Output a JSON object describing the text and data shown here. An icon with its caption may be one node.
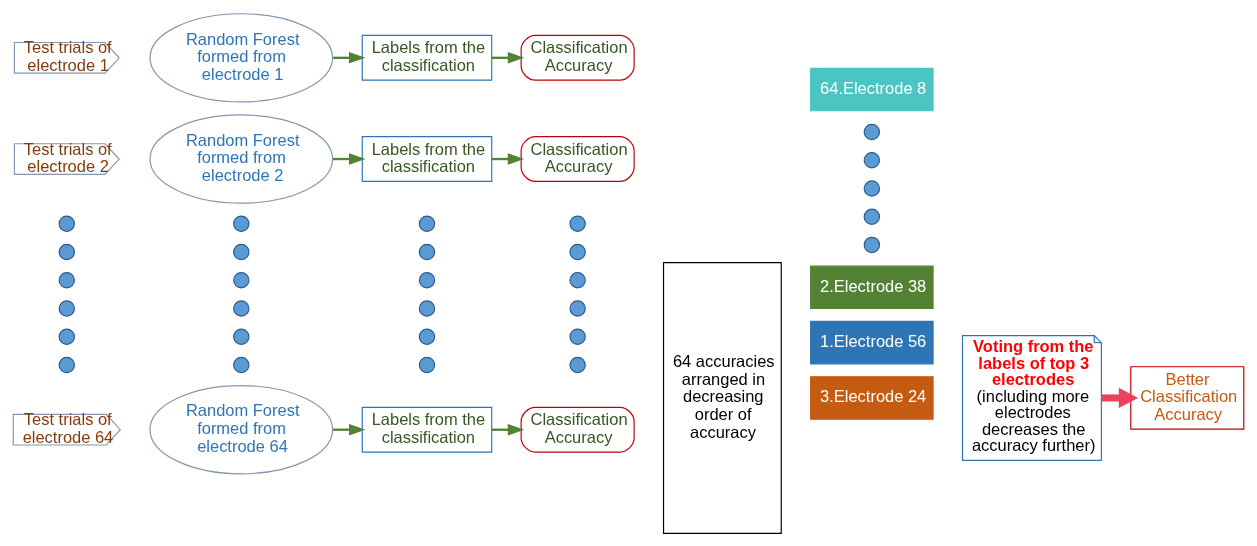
{
  "diagram": {
    "nodes": [
      {
        "text": [
          "Test trials of electrode 1"
        ]
      },
      {
        "text": [
          "Random Forest formed from electrode 1"
        ]
      },
      {
        "text": [
          "Labels from the classification"
        ]
      },
      {
        "text": [
          "Classification Accuracy"
        ]
      },
      {
        "text": [
          "Test trials of electrode 2"
        ]
      },
      {
        "text": [
          "Random Forest formed from electrode 2"
        ]
      },
      {
        "text": [
          "Labels from the classification"
        ]
      },
      {
        "text": [
          "Classification Accuracy"
        ]
      },
      {
        "text": [],
        "shape": "circle"
      },
      {
        "text": [],
        "shape": "circle"
      },
      {
        "text": [],
        "shape": "circle"
      },
      {
        "text": [],
        "shape": "circle"
      },
      {
        "text": [],
        "shape": "circle"
      },
      {
        "text": [],
        "shape": "circle"
      },
      {
        "text": [],
        "shape": "circle"
      },
      {
        "text": [],
        "shape": "circle"
      },
      {
        "text": [],
        "shape": "circle"
      },
      {
        "text": [],
        "shape": "circle"
      },
      {
        "text": [],
        "shape": "circle"
      },
      {
        "text": [],
        "shape": "circle"
      },
      {
        "text": [],
        "shape": "circle"
      },
      {
        "text": [],
        "shape": "circle"
      },
      {
        "text": [],
        "shape": "circle"
      },
      {
        "text": [],
        "shape": "circle"
      },
      {
        "text": [],
        "shape": "circle"
      },
      {
        "text": [],
        "shape": "circle"
      },
      {
        "text": [],
        "shape": "circle"
      },
      {
        "text": [],
        "shape": "circle"
      },
      {
        "text": [],
        "shape": "circle"
      },
      {
        "text": [],
        "shape": "circle"
      },
      {
        "text": [],
        "shape": "circle"
      },
      {
        "text": [],
        "shape": "circle"
      },
      {
        "text": [
          "Test trials of electrode 64"
        ]
      },
      {
        "text": [
          "Random Forest formed from electrode 64"
        ]
      },
      {
        "text": [
          "Labels from the classification"
        ]
      },
      {
        "text": [
          "Classification Accuracy"
        ]
      },
      {
        "text": [
          "64 accuracies arranged in decreasing order of accuracy"
        ]
      },
      {
        "text": [
          "1.Electrode 56"
        ]
      },
      {
        "text": [
          "2.Electrode 38"
        ]
      },
      {
        "text": [
          "3.Electrode 24"
        ]
      },
      {
        "text": [],
        "shape": "circle"
      },
      {
        "text": [],
        "shape": "circle"
      },
      {
        "text": [],
        "shape": "circle"
      },
      {
        "text": [],
        "shape": "circle"
      },
      {
        "text": [],
        "shape": "circle"
      },
      {
        "text": [
          "64.Electrode 8"
        ]
      },
      {
        "text": [
          "Voting from the labels of top 3 electrodes",
          "(including more electrodes decreases the accuracy further)"
        ]
      },
      {
        "text": [
          "Better Classification Accuracy"
        ]
      }
    ],
    "edges": [
      {
        "from": 1,
        "to": 2,
        "arrow": "to"
      },
      {
        "from": 2,
        "to": 3,
        "arrow": "to"
      },
      {
        "from": 5,
        "to": 6,
        "arrow": "to"
      },
      {
        "from": 6,
        "to": 7,
        "arrow": "to"
      },
      {
        "from": 33,
        "to": 34,
        "arrow": "to"
      },
      {
        "from": 34,
        "to": 35,
        "arrow": "to"
      },
      {
        "from": 46,
        "to": 47,
        "arrow": "to",
        "style": "thick",
        "color": "#e8435a"
      }
    ]
  }
}
